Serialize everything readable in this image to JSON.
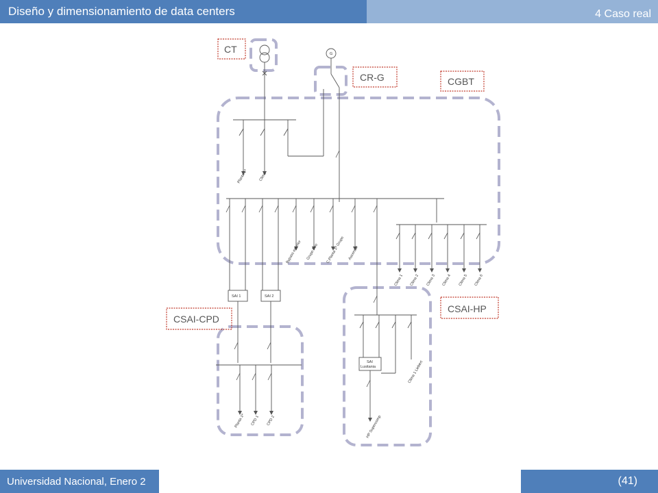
{
  "header": {
    "title": "Diseño y dimensionamiento de data centers",
    "section": "4 Caso real"
  },
  "footer": {
    "institution": "Universidad Nacional, Enero 2",
    "page": "(41)"
  },
  "diagram": {
    "tags": {
      "ct": "CT",
      "crg": "CR-G",
      "cgbt": "CGBT",
      "csai_cpd": "CSAI-CPD",
      "csai_hp": "CSAI-HP"
    },
    "generator_symbol": "G",
    "top_loads": [
      "Planta 1ª",
      "Clima"
    ],
    "main_loads": [
      "Bypass exterior",
      "Grupo Frío",
      "C.Planta 1ª Grupo",
      "Ascensor"
    ],
    "clima_loads": [
      "Clima 1",
      "Clima 2",
      "Clima 3",
      "Clima 4",
      "Clima 5",
      "Clima 6"
    ],
    "sai_boxes": [
      "SAI 1",
      "SAI 2"
    ],
    "cpd_loads": [
      "Planta 1ª",
      "CPD 1",
      "CPD 2"
    ],
    "hp_box": [
      "SAI",
      "Lusitania"
    ],
    "hp_loads": [
      "Clima 1 Liebert",
      "HP Supercomp"
    ],
    "colors": {
      "header_blue": "#4f7fba",
      "header_light": "#95b3d7",
      "dashed_border": "#b3b3cf",
      "tag_border": "#c0392b",
      "line": "#555555"
    }
  }
}
